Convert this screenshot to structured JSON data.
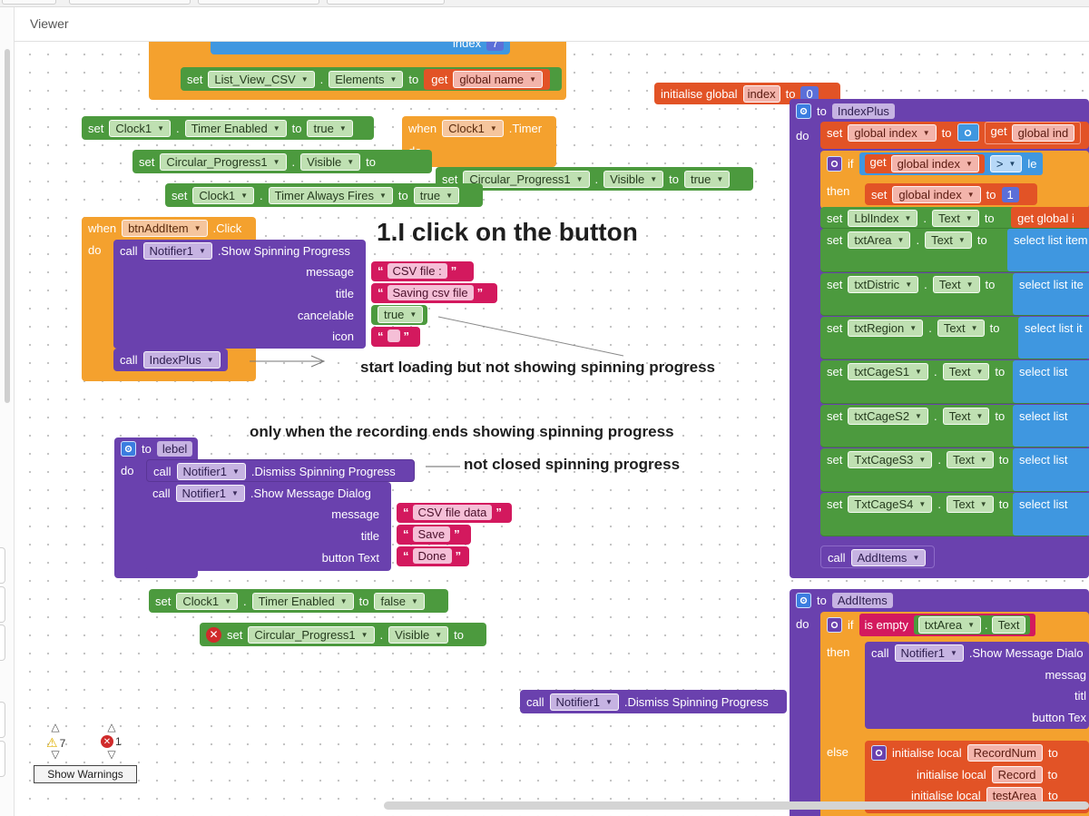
{
  "window": {
    "title": "Viewer"
  },
  "blocks": {
    "top_index": {
      "label": "index",
      "value": "7"
    },
    "set_list_view": {
      "set": "set",
      "component": "List_View_CSV",
      "property": "Elements",
      "to": "to",
      "get": "get",
      "variable": "global name"
    },
    "set_clock_enabled": {
      "set": "set",
      "component": "Clock1",
      "property": "Timer Enabled",
      "to": "to",
      "value": "true"
    },
    "when_clock_timer": {
      "when": "when",
      "component": "Clock1",
      "event": ".Timer",
      "do": "do"
    },
    "set_circ_visible_1": {
      "set": "set",
      "component": "Circular_Progress1",
      "property": "Visible",
      "to": "to"
    },
    "set_circ_visible_2": {
      "set": "set",
      "component": "Circular_Progress1",
      "property": "Visible",
      "to": "to",
      "value": "true"
    },
    "set_clock_always": {
      "set": "set",
      "component": "Clock1",
      "property": "Timer Always Fires",
      "to": "to",
      "value": "true"
    },
    "when_btn": {
      "when": "when",
      "component": "btnAddItem",
      "event": ".Click",
      "do": "do",
      "call": "call",
      "notifier": "Notifier1",
      "method": ".Show Spinning Progress",
      "message_label": "message",
      "message_value": "CSV file : ",
      "title_label": "title",
      "title_value": "Saving csv file",
      "cancelable_label": "cancelable",
      "cancelable_value": "true",
      "icon_label": "icon",
      "call2": "call",
      "proc": "IndexPlus"
    },
    "to_lebel": {
      "to": "to",
      "name": "lebel",
      "do": "do",
      "call1": "call",
      "notifier1": "Notifier1",
      "method1": ".Dismiss Spinning Progress",
      "call2": "call",
      "notifier2": "Notifier1",
      "method2": ".Show Message Dialog",
      "message_label": "message",
      "message_value": "CSV file data",
      "title_label": "title",
      "title_value": "Save",
      "button_label": "button Text",
      "button_value": "Done"
    },
    "set_clock_false": {
      "set": "set",
      "component": "Clock1",
      "property": "Timer Enabled",
      "to": "to",
      "value": "false"
    },
    "set_circ_visible_err": {
      "set": "set",
      "component": "Circular_Progress1",
      "property": "Visible",
      "to": "to"
    },
    "call_dismiss_loose": {
      "call": "call",
      "notifier": "Notifier1",
      "method": ".Dismiss Spinning Progress"
    },
    "init_global": {
      "label": "initialise global",
      "name": "index",
      "to": "to",
      "value": "0"
    },
    "to_indexplus": {
      "to": "to",
      "name": "IndexPlus",
      "do": "do",
      "set1": "set",
      "var1": "global index",
      "to1": "to",
      "get1": "get",
      "get1_var": "global ind",
      "if": "if",
      "get2": "get",
      "get2_var": "global index",
      "op": ">",
      "le": "le",
      "then": "then",
      "set2": "set",
      "var2": "global index",
      "to2": "to",
      "value2": "1",
      "rows": [
        {
          "set": "set",
          "component": "LblIndex",
          "property": "Text",
          "to": "to",
          "tail": "get  global i"
        },
        {
          "set": "set",
          "component": "txtArea",
          "property": "Text",
          "to": "to",
          "tail": "select list item",
          "tail2": "i"
        },
        {
          "set": "set",
          "component": "txtDistric",
          "property": "Text",
          "to": "to",
          "tail": "select list ite"
        },
        {
          "set": "set",
          "component": "txtRegion",
          "property": "Text",
          "to": "to",
          "tail": "select list it"
        },
        {
          "set": "set",
          "component": "txtCageS1",
          "property": "Text",
          "to": "to",
          "tail": "select list"
        },
        {
          "set": "set",
          "component": "txtCageS2",
          "property": "Text",
          "to": "to",
          "tail": "select list"
        },
        {
          "set": "set",
          "component": "TxtCageS3",
          "property": "Text",
          "to": "to",
          "tail": "select list"
        },
        {
          "set": "set",
          "component": "TxtCageS4",
          "property": "Text",
          "to": "to",
          "tail": "select list"
        }
      ],
      "call": "call",
      "proc": "AddItems"
    },
    "to_additems": {
      "to": "to",
      "name": "AddItems",
      "do": "do",
      "if": "if",
      "is_empty": "is empty",
      "component": "txtArea",
      "property": "Text",
      "then": "then",
      "call": "call",
      "notifier": "Notifier1",
      "method": ".Show Message Dialo",
      "messag": "messag",
      "titl": "titl",
      "button_tex": "button Tex",
      "else": "else",
      "init1": "initialise local",
      "init1_name": "RecordNum",
      "init1_to": "to",
      "init2": "initialise local",
      "init2_name": "Record",
      "init2_to": "to",
      "init3": "initialise local",
      "init3_name": "testArea",
      "init3_to": "to"
    }
  },
  "annotations": {
    "step1": "1.I click on the button",
    "loading": "start loading but not showing spinning progress",
    "recording": "only when the recording ends showing spinning progress",
    "not_closed": "not closed spinning progress"
  },
  "warnings": {
    "warning_count": "7",
    "error_count": "1",
    "button": "Show Warnings"
  },
  "colors": {
    "orange": "#f4a12e",
    "green": "#4c9a3e",
    "purple": "#6a41ae",
    "red": "#e25326",
    "pink": "#d3195e",
    "blue": "#3f97e0"
  }
}
